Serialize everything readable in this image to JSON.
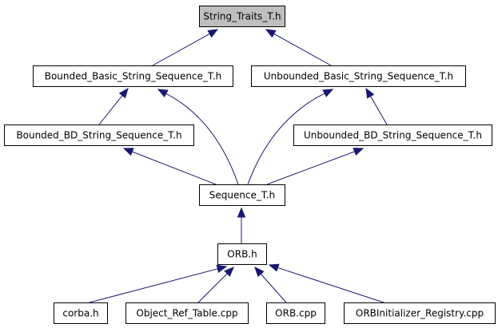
{
  "diagram": {
    "colors": {
      "background": "#ffffff",
      "node_fill": "#ffffff",
      "focus_fill": "#bfbfbf",
      "node_stroke": "#000000",
      "edge": "#191970"
    },
    "nodes": [
      {
        "id": "string_traits",
        "label": "String_Traits_T.h",
        "focus": true
      },
      {
        "id": "bounded_basic",
        "label": "Bounded_Basic_String_Sequence_T.h"
      },
      {
        "id": "unbounded_basic",
        "label": "Unbounded_Basic_String_Sequence_T.h"
      },
      {
        "id": "bounded_bd",
        "label": "Bounded_BD_String_Sequence_T.h"
      },
      {
        "id": "unbounded_bd",
        "label": "Unbounded_BD_String_Sequence_T.h"
      },
      {
        "id": "sequence",
        "label": "Sequence_T.h"
      },
      {
        "id": "orb_h",
        "label": "ORB.h"
      },
      {
        "id": "corba",
        "label": "corba.h"
      },
      {
        "id": "object_ref_table",
        "label": "Object_Ref_Table.cpp"
      },
      {
        "id": "orb_cpp",
        "label": "ORB.cpp"
      },
      {
        "id": "orbinit_registry",
        "label": "ORBInitializer_Registry.cpp"
      }
    ],
    "edges": [
      {
        "from": "bounded_basic",
        "to": "string_traits"
      },
      {
        "from": "unbounded_basic",
        "to": "string_traits"
      },
      {
        "from": "bounded_bd",
        "to": "bounded_basic"
      },
      {
        "from": "sequence",
        "to": "bounded_basic"
      },
      {
        "from": "sequence",
        "to": "unbounded_basic"
      },
      {
        "from": "unbounded_bd",
        "to": "unbounded_basic"
      },
      {
        "from": "sequence",
        "to": "bounded_bd"
      },
      {
        "from": "sequence",
        "to": "unbounded_bd"
      },
      {
        "from": "orb_h",
        "to": "sequence"
      },
      {
        "from": "corba",
        "to": "orb_h"
      },
      {
        "from": "object_ref_table",
        "to": "orb_h"
      },
      {
        "from": "orb_cpp",
        "to": "orb_h"
      },
      {
        "from": "orbinit_registry",
        "to": "orb_h"
      }
    ]
  }
}
